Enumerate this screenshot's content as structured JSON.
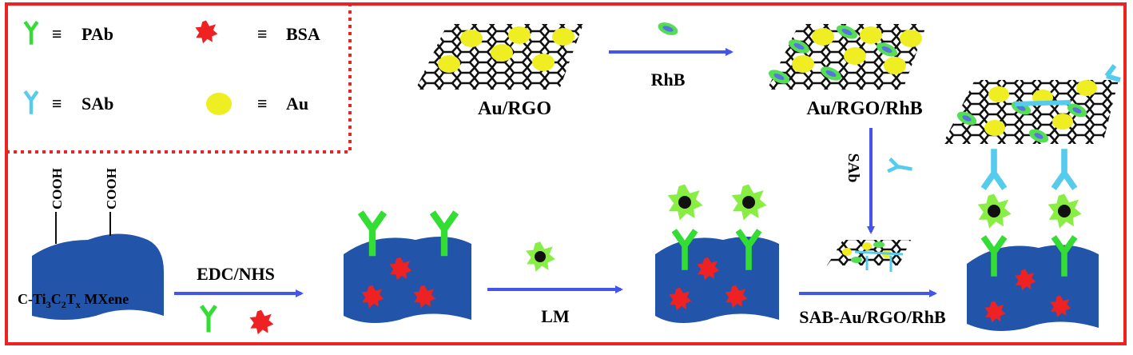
{
  "legend": {
    "items": [
      {
        "symbol": "≡",
        "label": "PAb",
        "icon": "green-antibody-icon",
        "color": "#33dd33"
      },
      {
        "symbol": "≡",
        "label": "BSA",
        "icon": "red-star-icon",
        "color": "#ee2222"
      },
      {
        "symbol": "≡",
        "label": "SAb",
        "icon": "cyan-antibody-icon",
        "color": "#55ccee"
      },
      {
        "symbol": "≡",
        "label": "Au",
        "icon": "yellow-dot-icon",
        "color": "#eeee22"
      }
    ]
  },
  "labels": {
    "au_rgo": "Au/RGO",
    "rhb": "RhB",
    "au_rgo_rhb": "Au/RGO/RhB",
    "sab": "SAb",
    "cooh_1": "COOH",
    "cooh_2": "COOH",
    "mxene_prefix": "C-Ti",
    "mxene_sub1": "3",
    "mxene_c": "C",
    "mxene_sub2": "2",
    "mxene_t": "T",
    "mxene_sub3": "x",
    "mxene_suffix": " MXene",
    "edc_nhs": "EDC/NHS",
    "lm": "LM",
    "sab_au_rgo_rhb": "SAB-Au/RGO/RhB"
  },
  "colors": {
    "frame": "#ee2222",
    "arrow": "#4455ee",
    "mxene": "#2255aa",
    "pab": "#33dd33",
    "sab": "#55ccee",
    "bsa": "#ee2222",
    "au": "#eeee22",
    "rhb_outer": "#55dd55",
    "rhb_inner": "#5577dd",
    "lm_star": "#88ee44"
  }
}
